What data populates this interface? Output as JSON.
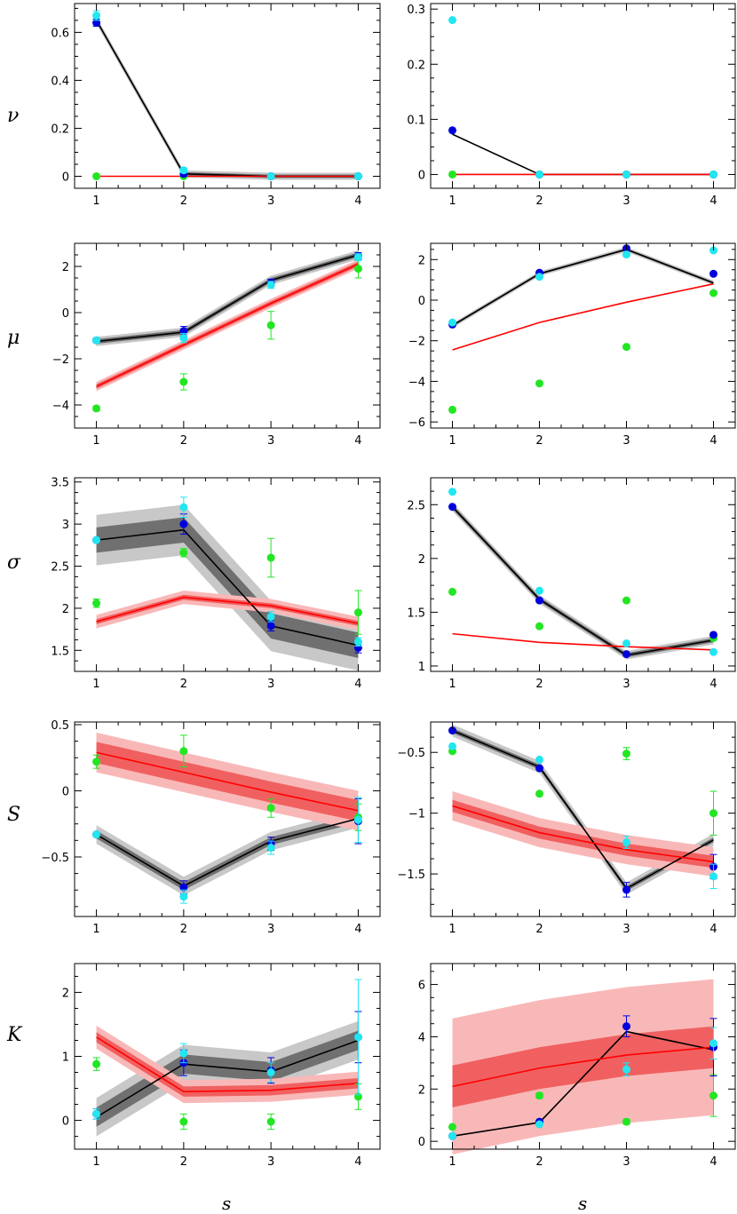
{
  "figure": {
    "row_labels": [
      "ν",
      "μ",
      "σ",
      "S",
      "K"
    ],
    "column_xlabels": [
      "s",
      "s"
    ]
  },
  "colors": {
    "black_line": "#000000",
    "black_band_inner": "#707070",
    "black_band_outer": "#c8c8c8",
    "red_line": "#ff0000",
    "red_band_inner": "#f06060",
    "red_band_outer": "#f9b8b8",
    "blue_points": "#0000dd",
    "cyan_points": "#22e6f0",
    "green_points": "#22e622"
  },
  "chart_data": [
    {
      "type": "line",
      "row": 0,
      "col": 0,
      "ylabel": "ν",
      "x": [
        1,
        2,
        3,
        4
      ],
      "xlim": [
        0.75,
        4.25
      ],
      "ylim": [
        -0.05,
        0.72
      ],
      "xticks": [
        1,
        2,
        3,
        4
      ],
      "yticks": [
        0,
        0.2,
        0.4,
        0.6
      ],
      "ytick_labels": [
        "0",
        "0.2",
        "0.4",
        "0.6"
      ],
      "black": {
        "values": [
          0.65,
          0.01,
          0.0,
          0.0
        ],
        "band_inner": 0.007,
        "band_outer": 0.015
      },
      "red": {
        "values": [
          0,
          0,
          0,
          0
        ],
        "band_inner": 0,
        "band_outer": 0
      },
      "blue": {
        "values": [
          0.64,
          0.01,
          0.0,
          0.0
        ],
        "err": [
          0.015,
          0.01,
          0,
          0
        ]
      },
      "cyan": {
        "values": [
          0.67,
          0.025,
          0.0,
          0.0
        ],
        "err": [
          0.02,
          0.01,
          0,
          0
        ]
      },
      "green": {
        "values": [
          0,
          0,
          0,
          0
        ],
        "err": [
          0,
          0,
          0,
          0
        ]
      }
    },
    {
      "type": "line",
      "row": 0,
      "col": 1,
      "ylabel": "",
      "x": [
        1,
        2,
        3,
        4
      ],
      "xlim": [
        0.75,
        4.25
      ],
      "ylim": [
        -0.025,
        0.31
      ],
      "xticks": [
        1,
        2,
        3,
        4
      ],
      "yticks": [
        0,
        0.1,
        0.2,
        0.3
      ],
      "ytick_labels": [
        "0",
        "0.1",
        "0.2",
        "0.3"
      ],
      "black": {
        "values": [
          0.073,
          0.0,
          0.0,
          0.0
        ],
        "band_inner": 0,
        "band_outer": 0
      },
      "red": {
        "values": [
          0,
          0,
          0,
          0
        ],
        "band_inner": 0,
        "band_outer": 0
      },
      "blue": {
        "values": [
          0.08,
          0.0,
          0.0,
          0.0
        ],
        "err": [
          0,
          0,
          0,
          0
        ]
      },
      "cyan": {
        "values": [
          0.28,
          0.0,
          0.0,
          0.0
        ],
        "err": [
          0,
          0,
          0,
          0
        ]
      },
      "green": {
        "values": [
          0,
          0,
          0,
          0
        ],
        "err": [
          0,
          0,
          0,
          0
        ]
      }
    },
    {
      "type": "line",
      "row": 1,
      "col": 0,
      "ylabel": "μ",
      "x": [
        1,
        2,
        3,
        4
      ],
      "xlim": [
        0.75,
        4.25
      ],
      "ylim": [
        -5.0,
        3.0
      ],
      "xticks": [
        1,
        2,
        3,
        4
      ],
      "yticks": [
        -4,
        -2,
        0,
        2
      ],
      "ytick_labels": [
        "−4",
        "−2",
        "0",
        "2"
      ],
      "black": {
        "values": [
          -1.25,
          -0.85,
          1.4,
          2.5
        ],
        "band_inner": 0.1,
        "band_outer": 0.2
      },
      "red": {
        "values": [
          -3.2,
          -1.4,
          0.4,
          2.1
        ],
        "band_inner": 0.1,
        "band_outer": 0.2
      },
      "blue": {
        "values": [
          -1.2,
          -0.8,
          1.3,
          2.45
        ],
        "err": [
          0.1,
          0.2,
          0.15,
          0.15
        ]
      },
      "cyan": {
        "values": [
          -1.2,
          -1.1,
          1.2,
          2.4
        ],
        "err": [
          0.1,
          0.2,
          0.15,
          0.15
        ]
      },
      "green": {
        "values": [
          -4.15,
          -3.0,
          -0.55,
          1.9
        ],
        "err": [
          0.1,
          0.35,
          0.6,
          0.4
        ]
      }
    },
    {
      "type": "line",
      "row": 1,
      "col": 1,
      "ylabel": "",
      "x": [
        1,
        2,
        3,
        4
      ],
      "xlim": [
        0.75,
        4.25
      ],
      "ylim": [
        -6.3,
        2.8
      ],
      "xticks": [
        1,
        2,
        3,
        4
      ],
      "yticks": [
        -6,
        -4,
        -2,
        0,
        2
      ],
      "ytick_labels": [
        "−6",
        "−4",
        "−2",
        "0",
        "2"
      ],
      "black": {
        "values": [
          -1.25,
          1.3,
          2.5,
          0.85
        ],
        "band_inner": 0.05,
        "band_outer": 0.12
      },
      "red": {
        "values": [
          -2.45,
          -1.1,
          -0.1,
          0.8
        ],
        "band_inner": 0,
        "band_outer": 0
      },
      "blue": {
        "values": [
          -1.2,
          1.35,
          2.55,
          1.3
        ],
        "err": [
          0,
          0,
          0,
          0
        ]
      },
      "cyan": {
        "values": [
          -1.1,
          1.15,
          2.25,
          2.45
        ],
        "err": [
          0,
          0,
          0,
          0
        ]
      },
      "green": {
        "values": [
          -5.4,
          -4.1,
          -2.3,
          0.35
        ],
        "err": [
          0,
          0,
          0,
          0
        ]
      }
    },
    {
      "type": "line",
      "row": 2,
      "col": 0,
      "ylabel": "σ",
      "x": [
        1,
        2,
        3,
        4
      ],
      "xlim": [
        0.75,
        4.25
      ],
      "ylim": [
        1.25,
        3.55
      ],
      "xticks": [
        1,
        2,
        3,
        4
      ],
      "yticks": [
        1.5,
        2,
        2.5,
        3,
        3.5
      ],
      "ytick_labels": [
        "1.5",
        "2",
        "2.5",
        "3",
        "3.5"
      ],
      "black": {
        "values": [
          2.81,
          2.93,
          1.79,
          1.56
        ],
        "band_inner": 0.15,
        "band_outer": 0.3
      },
      "red": {
        "values": [
          1.84,
          2.13,
          2.03,
          1.82
        ],
        "band_inner": 0.03,
        "band_outer": 0.08
      },
      "blue": {
        "values": [
          2.81,
          3.0,
          1.79,
          1.53
        ],
        "err": [
          0,
          0.12,
          0.06,
          0.06
        ]
      },
      "cyan": {
        "values": [
          2.81,
          3.2,
          1.9,
          1.6
        ],
        "err": [
          0,
          0.12,
          0.06,
          0.05
        ]
      },
      "green": {
        "values": [
          2.06,
          2.66,
          2.6,
          1.95
        ],
        "err": [
          0.05,
          0.05,
          0.23,
          0.26
        ]
      }
    },
    {
      "type": "line",
      "row": 2,
      "col": 1,
      "ylabel": "",
      "x": [
        1,
        2,
        3,
        4
      ],
      "xlim": [
        0.75,
        4.25
      ],
      "ylim": [
        0.95,
        2.75
      ],
      "xticks": [
        1,
        2,
        3,
        4
      ],
      "yticks": [
        1,
        1.5,
        2,
        2.5
      ],
      "ytick_labels": [
        "1",
        "1.5",
        "2",
        "2.5"
      ],
      "black": {
        "values": [
          2.48,
          1.62,
          1.1,
          1.24
        ],
        "band_inner": 0.02,
        "band_outer": 0.04
      },
      "red": {
        "values": [
          1.3,
          1.22,
          1.18,
          1.15
        ],
        "band_inner": 0,
        "band_outer": 0
      },
      "blue": {
        "values": [
          2.48,
          1.61,
          1.11,
          1.29
        ],
        "err": [
          0,
          0,
          0,
          0
        ]
      },
      "cyan": {
        "values": [
          2.62,
          1.7,
          1.21,
          1.13
        ],
        "err": [
          0,
          0,
          0,
          0
        ]
      },
      "green": {
        "values": [
          1.69,
          1.37,
          1.61,
          1.26
        ],
        "err": [
          0,
          0,
          0,
          0
        ]
      }
    },
    {
      "type": "line",
      "row": 3,
      "col": 0,
      "ylabel": "S",
      "x": [
        1,
        2,
        3,
        4
      ],
      "xlim": [
        0.75,
        4.25
      ],
      "ylim": [
        -0.95,
        0.52
      ],
      "xticks": [
        1,
        2,
        3,
        4
      ],
      "yticks": [
        -0.5,
        0,
        0.5
      ],
      "ytick_labels": [
        "−0.5",
        "0",
        "0.5"
      ],
      "black": {
        "values": [
          -0.33,
          -0.72,
          -0.38,
          -0.21
        ],
        "band_inner": 0.03,
        "band_outer": 0.07
      },
      "red": {
        "values": [
          0.29,
          0.14,
          -0.01,
          -0.15
        ],
        "band_inner": 0.08,
        "band_outer": 0.15
      },
      "blue": {
        "values": [
          -0.33,
          -0.73,
          -0.4,
          -0.23
        ],
        "err": [
          0,
          0.05,
          0.05,
          0.17
        ]
      },
      "cyan": {
        "values": [
          -0.33,
          -0.8,
          -0.43,
          -0.22
        ],
        "err": [
          0,
          0.05,
          0.05,
          0.17
        ]
      },
      "green": {
        "values": [
          0.22,
          0.3,
          -0.13,
          -0.2
        ],
        "err": [
          0.05,
          0.12,
          0.07,
          0.1
        ]
      }
    },
    {
      "type": "line",
      "row": 3,
      "col": 1,
      "ylabel": "",
      "x": [
        1,
        2,
        3,
        4
      ],
      "xlim": [
        0.75,
        4.25
      ],
      "ylim": [
        -1.85,
        -0.25
      ],
      "xticks": [
        1,
        2,
        3,
        4
      ],
      "yticks": [
        -1.5,
        -1,
        -0.5
      ],
      "ytick_labels": [
        "−1.5",
        "−1",
        "−0.5"
      ],
      "black": {
        "values": [
          -0.32,
          -0.62,
          -1.62,
          -1.22
        ],
        "band_inner": 0.02,
        "band_outer": 0.05
      },
      "red": {
        "values": [
          -0.94,
          -1.16,
          -1.3,
          -1.4
        ],
        "band_inner": 0.05,
        "band_outer": 0.12
      },
      "blue": {
        "values": [
          -0.32,
          -0.63,
          -1.63,
          -1.44
        ],
        "err": [
          0,
          0,
          0.06,
          0.1
        ]
      },
      "cyan": {
        "values": [
          -0.45,
          -0.56,
          -1.24,
          -1.52
        ],
        "err": [
          0,
          0,
          0.05,
          0.1
        ]
      },
      "green": {
        "values": [
          -0.49,
          -0.84,
          -0.51,
          -1.0
        ],
        "err": [
          0,
          0,
          0.05,
          0.18
        ]
      }
    },
    {
      "type": "line",
      "row": 4,
      "col": 0,
      "ylabel": "K",
      "x": [
        1,
        2,
        3,
        4
      ],
      "xlim": [
        0.75,
        4.25
      ],
      "ylim": [
        -0.45,
        2.45
      ],
      "xticks": [
        1,
        2,
        3,
        4
      ],
      "yticks": [
        0,
        1,
        2
      ],
      "ytick_labels": [
        "0",
        "1",
        "2"
      ],
      "black": {
        "values": [
          0.05,
          0.88,
          0.76,
          1.25
        ],
        "band_inner": 0.15,
        "band_outer": 0.3
      },
      "red": {
        "values": [
          1.3,
          0.45,
          0.47,
          0.58
        ],
        "band_inner": 0.08,
        "band_outer": 0.18
      },
      "blue": {
        "values": [
          0.1,
          0.9,
          0.78,
          1.3
        ],
        "err": [
          0.08,
          0.2,
          0.2,
          0.4
        ]
      },
      "cyan": {
        "values": [
          0.1,
          1.05,
          0.75,
          1.3
        ],
        "err": [
          0.08,
          0.15,
          0.15,
          0.9
        ]
      },
      "green": {
        "values": [
          0.88,
          -0.02,
          -0.02,
          0.37
        ],
        "err": [
          0.1,
          0.12,
          0.12,
          0.2
        ]
      }
    },
    {
      "type": "line",
      "row": 4,
      "col": 1,
      "ylabel": "",
      "x": [
        1,
        2,
        3,
        4
      ],
      "xlim": [
        0.75,
        4.25
      ],
      "ylim": [
        -0.3,
        6.8
      ],
      "xticks": [
        1,
        2,
        3,
        4
      ],
      "yticks": [
        0,
        2,
        4,
        6
      ],
      "ytick_labels": [
        "0",
        "2",
        "4",
        "6"
      ],
      "black": {
        "values": [
          0.2,
          0.72,
          4.2,
          3.5
        ],
        "band_inner": 0.15,
        "band_outer": 0.3
      },
      "red": {
        "values": [
          2.1,
          2.8,
          3.3,
          3.6
        ],
        "band_inner": 0.8,
        "band_outer": 2.6
      },
      "blue": {
        "values": [
          0.2,
          0.75,
          4.4,
          3.6
        ],
        "err": [
          0,
          0,
          0.4,
          1.1
        ]
      },
      "cyan": {
        "values": [
          0.2,
          0.65,
          2.75,
          3.75
        ],
        "err": [
          0,
          0,
          0.25,
          0.6
        ]
      },
      "green": {
        "values": [
          0.55,
          1.75,
          0.75,
          1.75
        ],
        "err": [
          0,
          0.1,
          0.1,
          0.8
        ]
      }
    }
  ]
}
